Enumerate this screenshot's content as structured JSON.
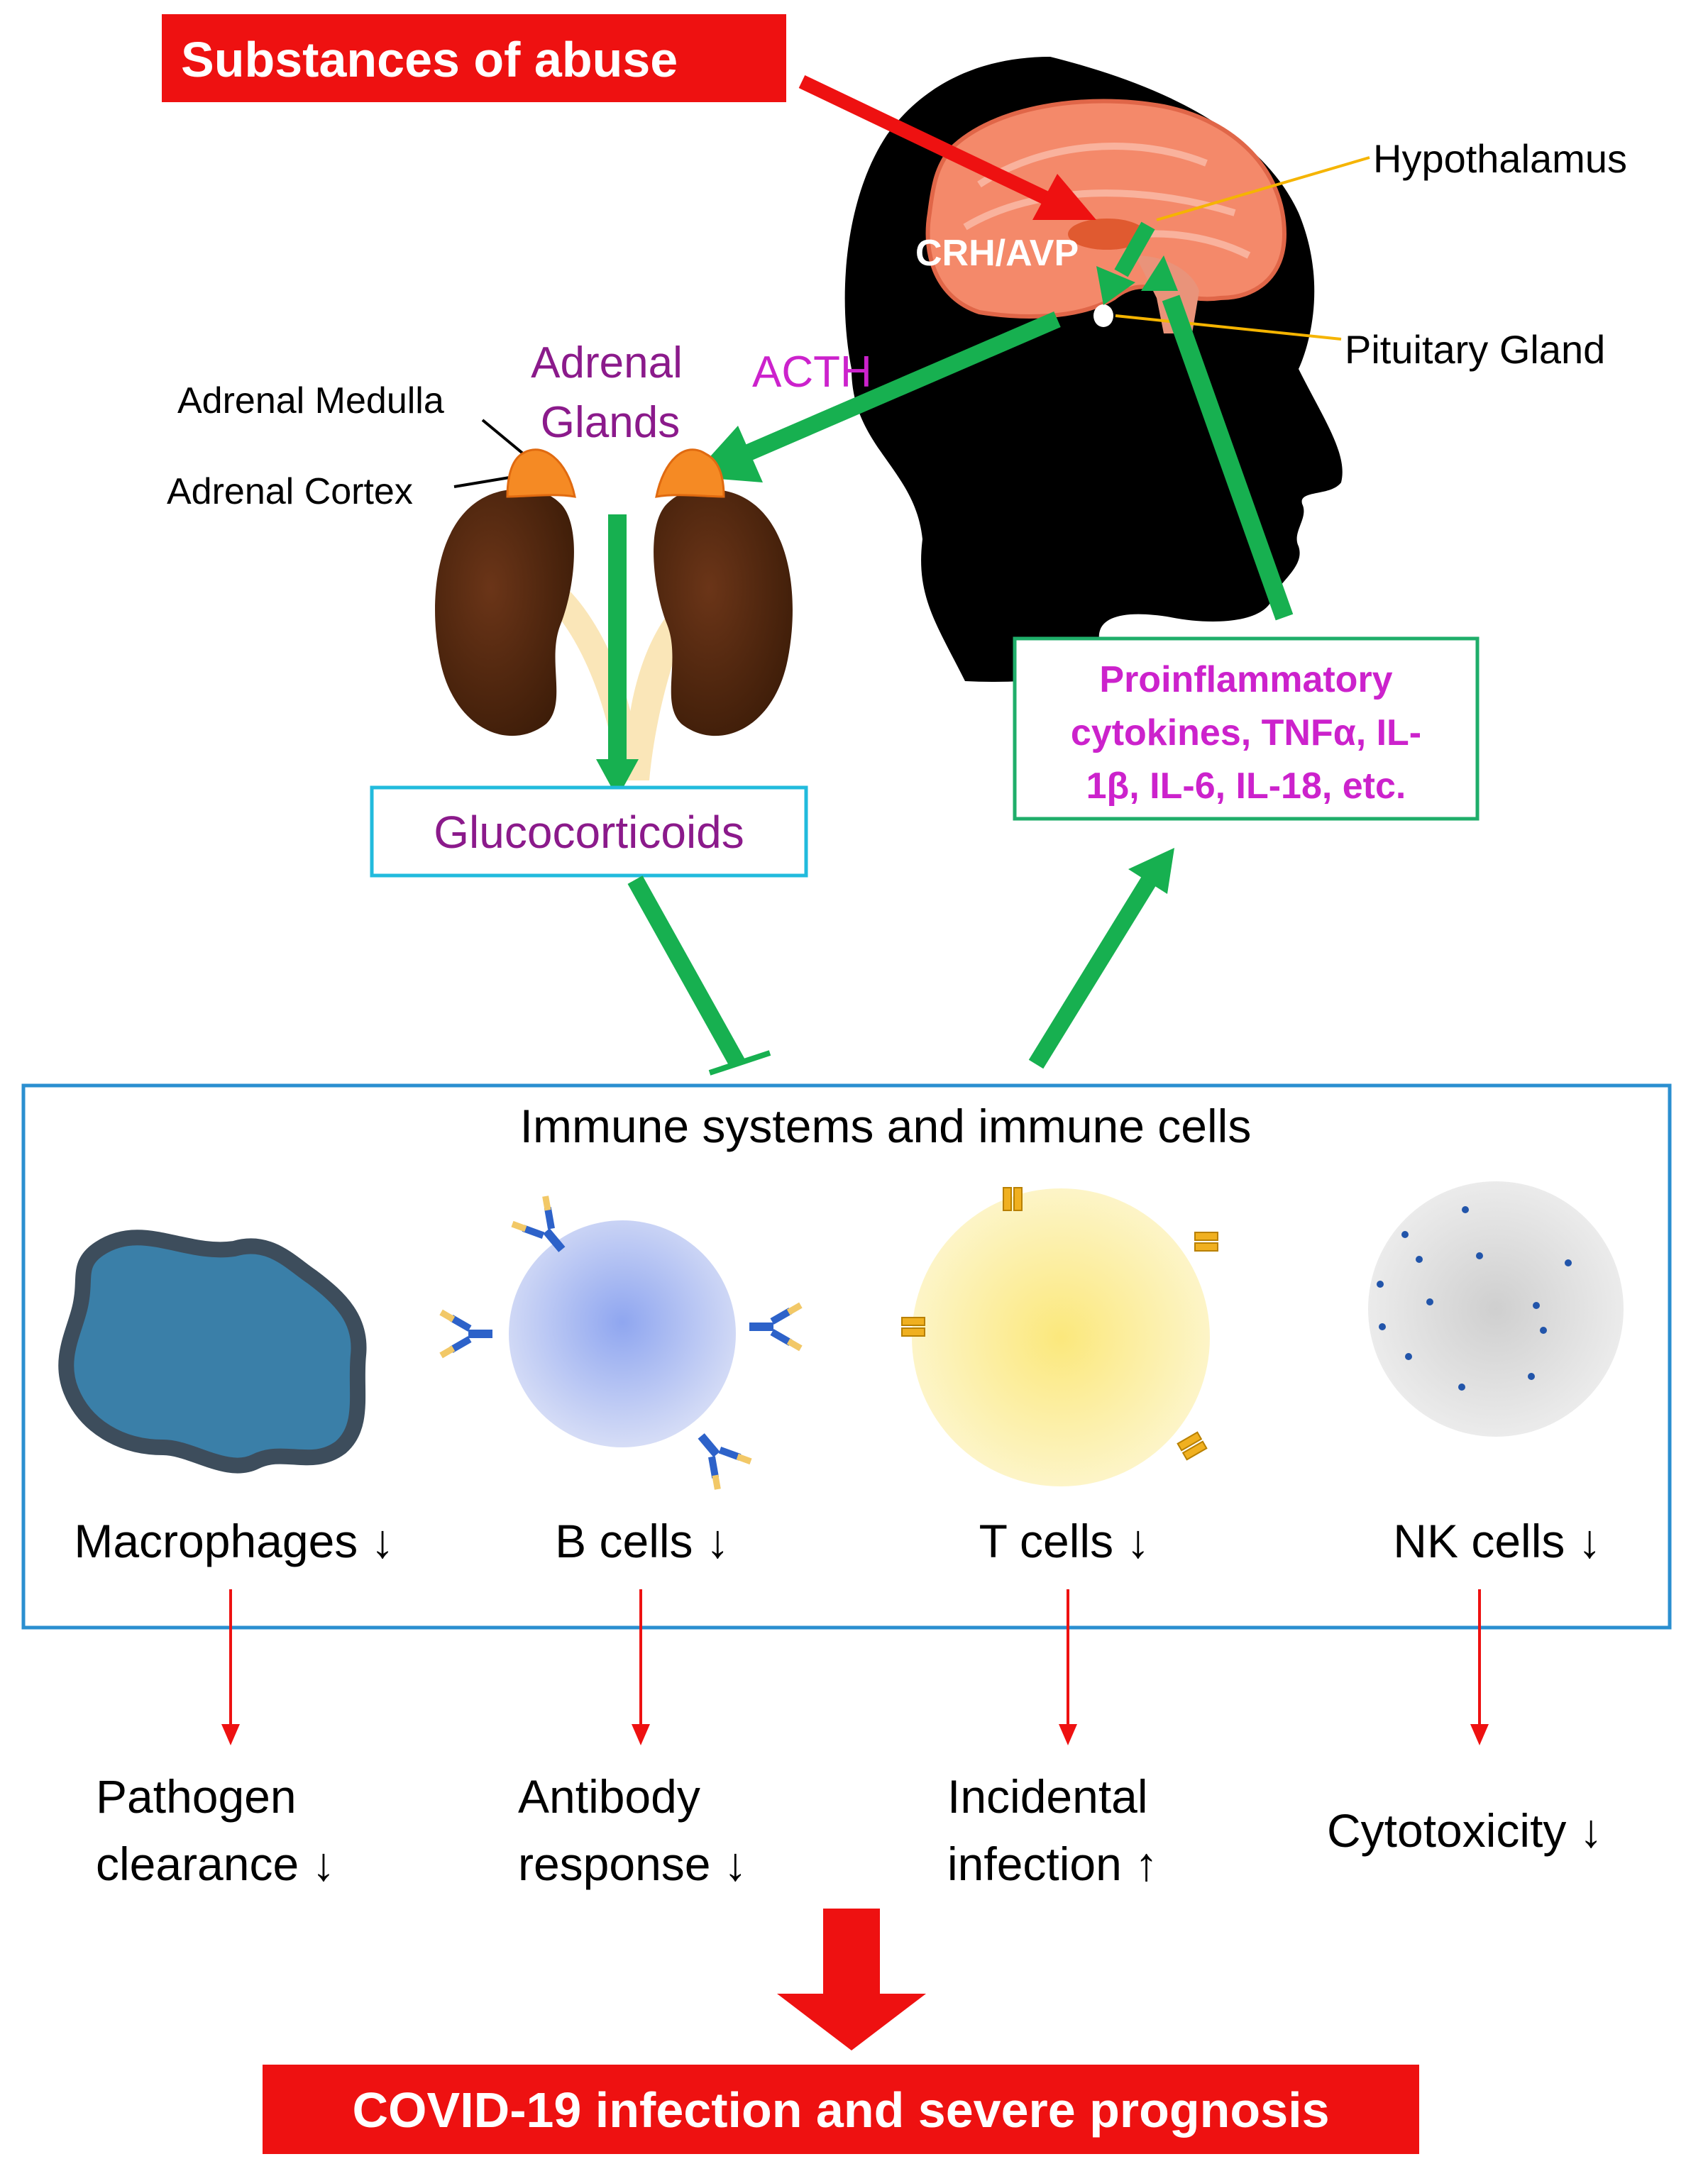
{
  "colors": {
    "red": "#ee1111",
    "green": "#17b050",
    "purple": "#8b1a8b",
    "magenta": "#cc22cc",
    "cyan_box": "#22bbdd",
    "blue_box": "#2b8fd0",
    "teal_box": "#1fae6a",
    "brain_orange": "#f4896a",
    "kidney_brown": "#5a2a10",
    "macrophage_blue": "#3a7fa8"
  },
  "top": {
    "substances_label": "Substances of abuse",
    "hypothalamus_label": "Hypothalamus",
    "pituitary_label": "Pituitary Gland",
    "crh_avp_label": "CRH/AVP",
    "acth_label": "ACTH"
  },
  "adrenal": {
    "glands_line1": "Adrenal",
    "glands_line2": "Glands",
    "medulla_label": "Adrenal Medulla",
    "cortex_label": "Adrenal Cortex"
  },
  "glucocorticoids_label": "Glucocorticoids",
  "cytokines": {
    "line1": "Proinflammatory",
    "line2": "cytokines, TNFα, IL-",
    "line3": "1β, IL-6, IL-18, etc."
  },
  "immune": {
    "title": "Immune systems and immune cells",
    "cells": [
      {
        "label": "Macrophages ↓",
        "outcome_line1": "Pathogen",
        "outcome_line2": "clearance ↓"
      },
      {
        "label": "B cells ↓",
        "outcome_line1": "Antibody",
        "outcome_line2": "response ↓"
      },
      {
        "label": "T cells ↓",
        "outcome_line1": "Incidental",
        "outcome_line2": "infection ↑"
      },
      {
        "label": "NK cells ↓",
        "outcome_line1": "Cytotoxicity ↓",
        "outcome_line2": ""
      }
    ]
  },
  "result_label": "COVID-19 infection and severe prognosis"
}
